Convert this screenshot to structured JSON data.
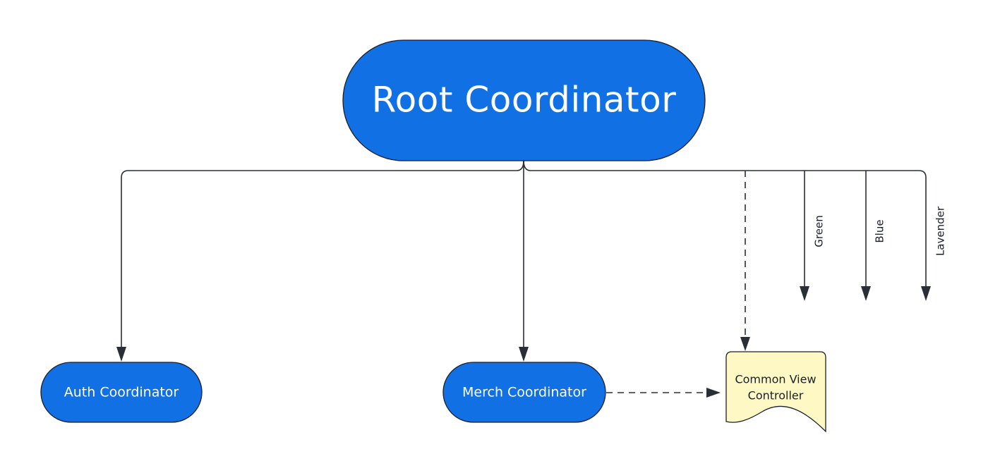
{
  "nodes": {
    "root": {
      "label": "Root Coordinator"
    },
    "auth": {
      "label": "Auth Coordinator"
    },
    "merch": {
      "label": "Merch Coordinator"
    },
    "common_vc": {
      "label_lines": [
        "Common View",
        "Controller"
      ]
    }
  },
  "branch_labels": {
    "green": "Green",
    "blue": "Blue",
    "lavender": "Lavender"
  },
  "colors": {
    "node_fill": "#1170e4",
    "document_fill": "#fdf8c4",
    "line": "#2a2e36"
  }
}
